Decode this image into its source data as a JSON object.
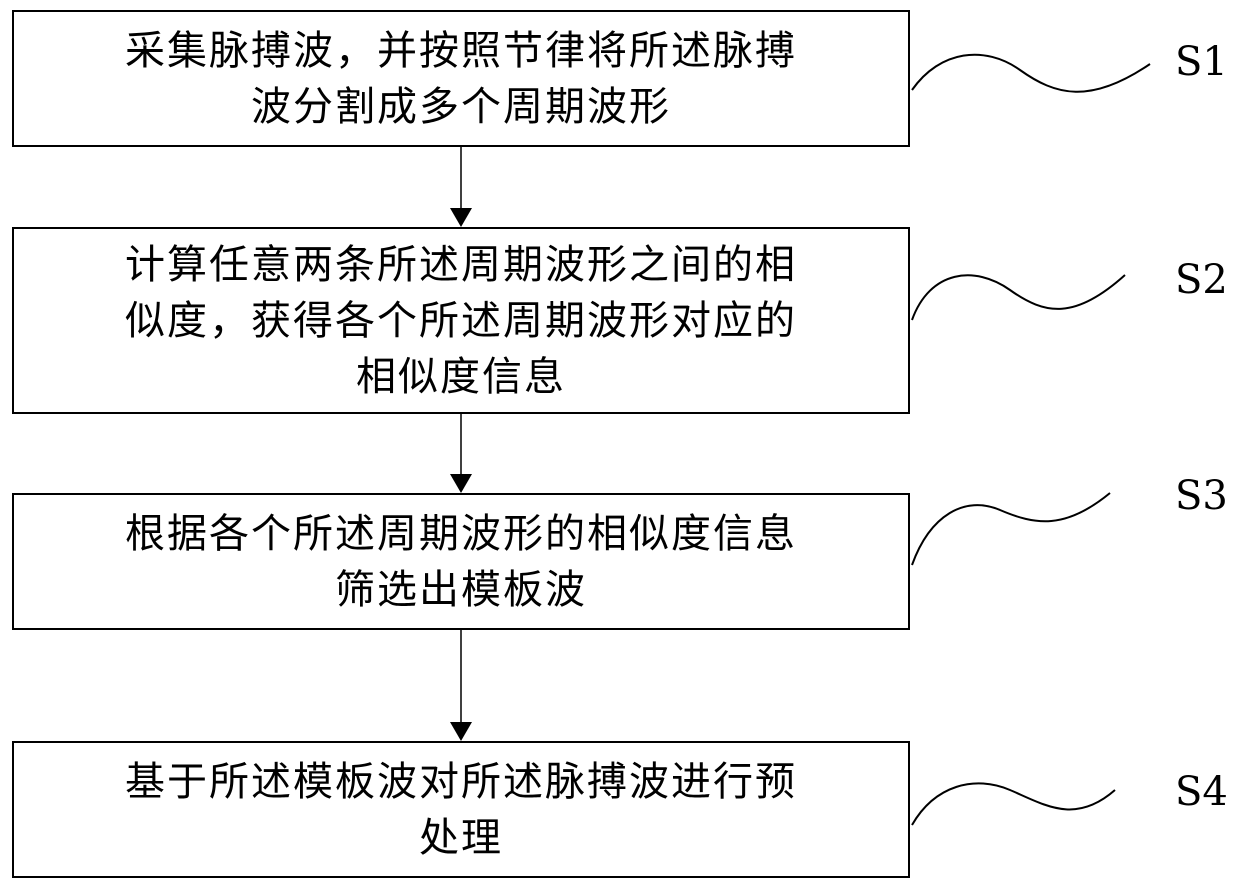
{
  "steps": [
    {
      "id": "S1",
      "text": "采集脉搏波，并按照节律将所述脉搏\n波分割成多个周期波形"
    },
    {
      "id": "S2",
      "text": "计算任意两条所述周期波形之间的相\n似度，获得各个所述周期波形对应的\n相似度信息"
    },
    {
      "id": "S3",
      "text": "根据各个所述周期波形的相似度信息\n筛选出模板波"
    },
    {
      "id": "S4",
      "text": "基于所述模板波对所述脉搏波进行预\n处理"
    }
  ],
  "colors": {
    "line": "#000000",
    "background": "#ffffff"
  }
}
